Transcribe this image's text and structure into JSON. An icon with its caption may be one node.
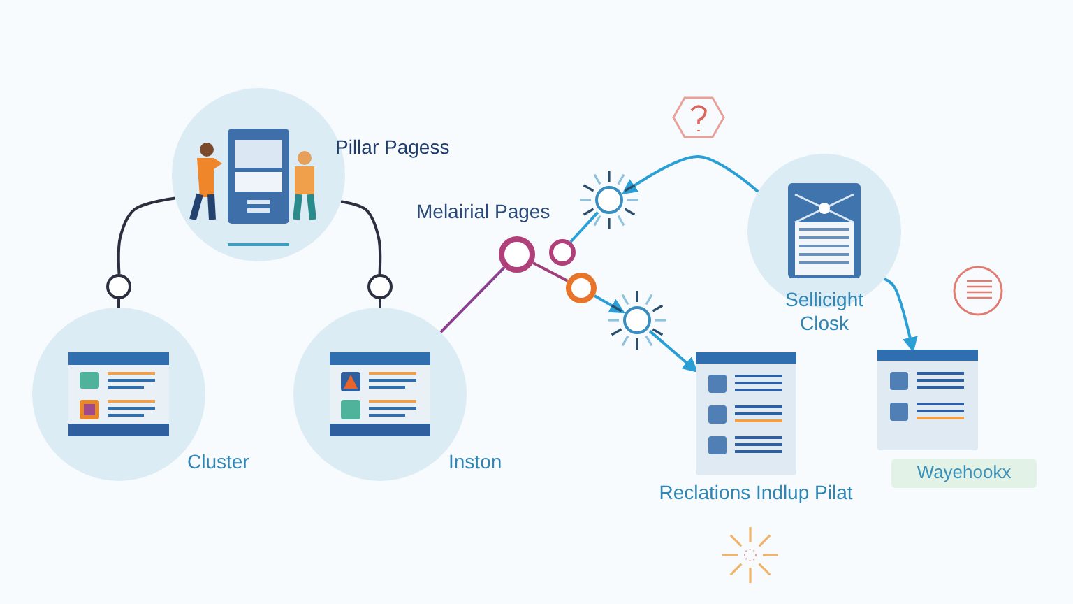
{
  "diagram": {
    "nodes": [
      {
        "text": [
          "Pillar Pagess"
        ]
      },
      {
        "text": [
          "Cluster"
        ]
      },
      {
        "text": [
          "Inston"
        ]
      },
      {
        "text": [],
        "shape": "circle"
      },
      {
        "text": [],
        "shape": "circle"
      },
      {
        "text": [],
        "shape": "circle"
      },
      {
        "text": [],
        "shape": "circle"
      },
      {
        "text": [],
        "shape": "circle"
      },
      {
        "text": [],
        "shape": "picture"
      },
      {
        "text": [],
        "shape": "picture"
      },
      {
        "text": [
          "Sellicight Closk"
        ]
      },
      {
        "text": [
          "Reclations Indlup Pilat"
        ]
      },
      {
        "text": [],
        "shape": "picture"
      },
      {
        "text": [
          "Wayehookx"
        ]
      }
    ],
    "edges": [
      {
        "from": 0,
        "to": 3,
        "arrow": "none",
        "color": "#2b2f3f"
      },
      {
        "from": 3,
        "to": 1,
        "arrow": "none",
        "color": "#2b2f3f"
      },
      {
        "from": 0,
        "to": 4,
        "arrow": "none",
        "color": "#2b2f3f"
      },
      {
        "from": 4,
        "to": 2,
        "arrow": "none",
        "color": "#2b2f3f"
      },
      {
        "from": 2,
        "to": 5,
        "arrow": "none",
        "color": "#8a3f8f"
      },
      {
        "from": 5,
        "to": 7,
        "arrow": "none",
        "color": "#a0407a"
      },
      {
        "from": 6,
        "to": 8,
        "arrow": "none"
      },
      {
        "from": 7,
        "to": 9,
        "arrow": "to"
      },
      {
        "from": 9,
        "to": 11,
        "arrow": "to"
      },
      {
        "from": 10,
        "to": 8,
        "arrow": "to"
      },
      {
        "from": 10,
        "to": 12,
        "arrow": "to"
      }
    ],
    "labels": [
      "Melairial Pages"
    ]
  }
}
